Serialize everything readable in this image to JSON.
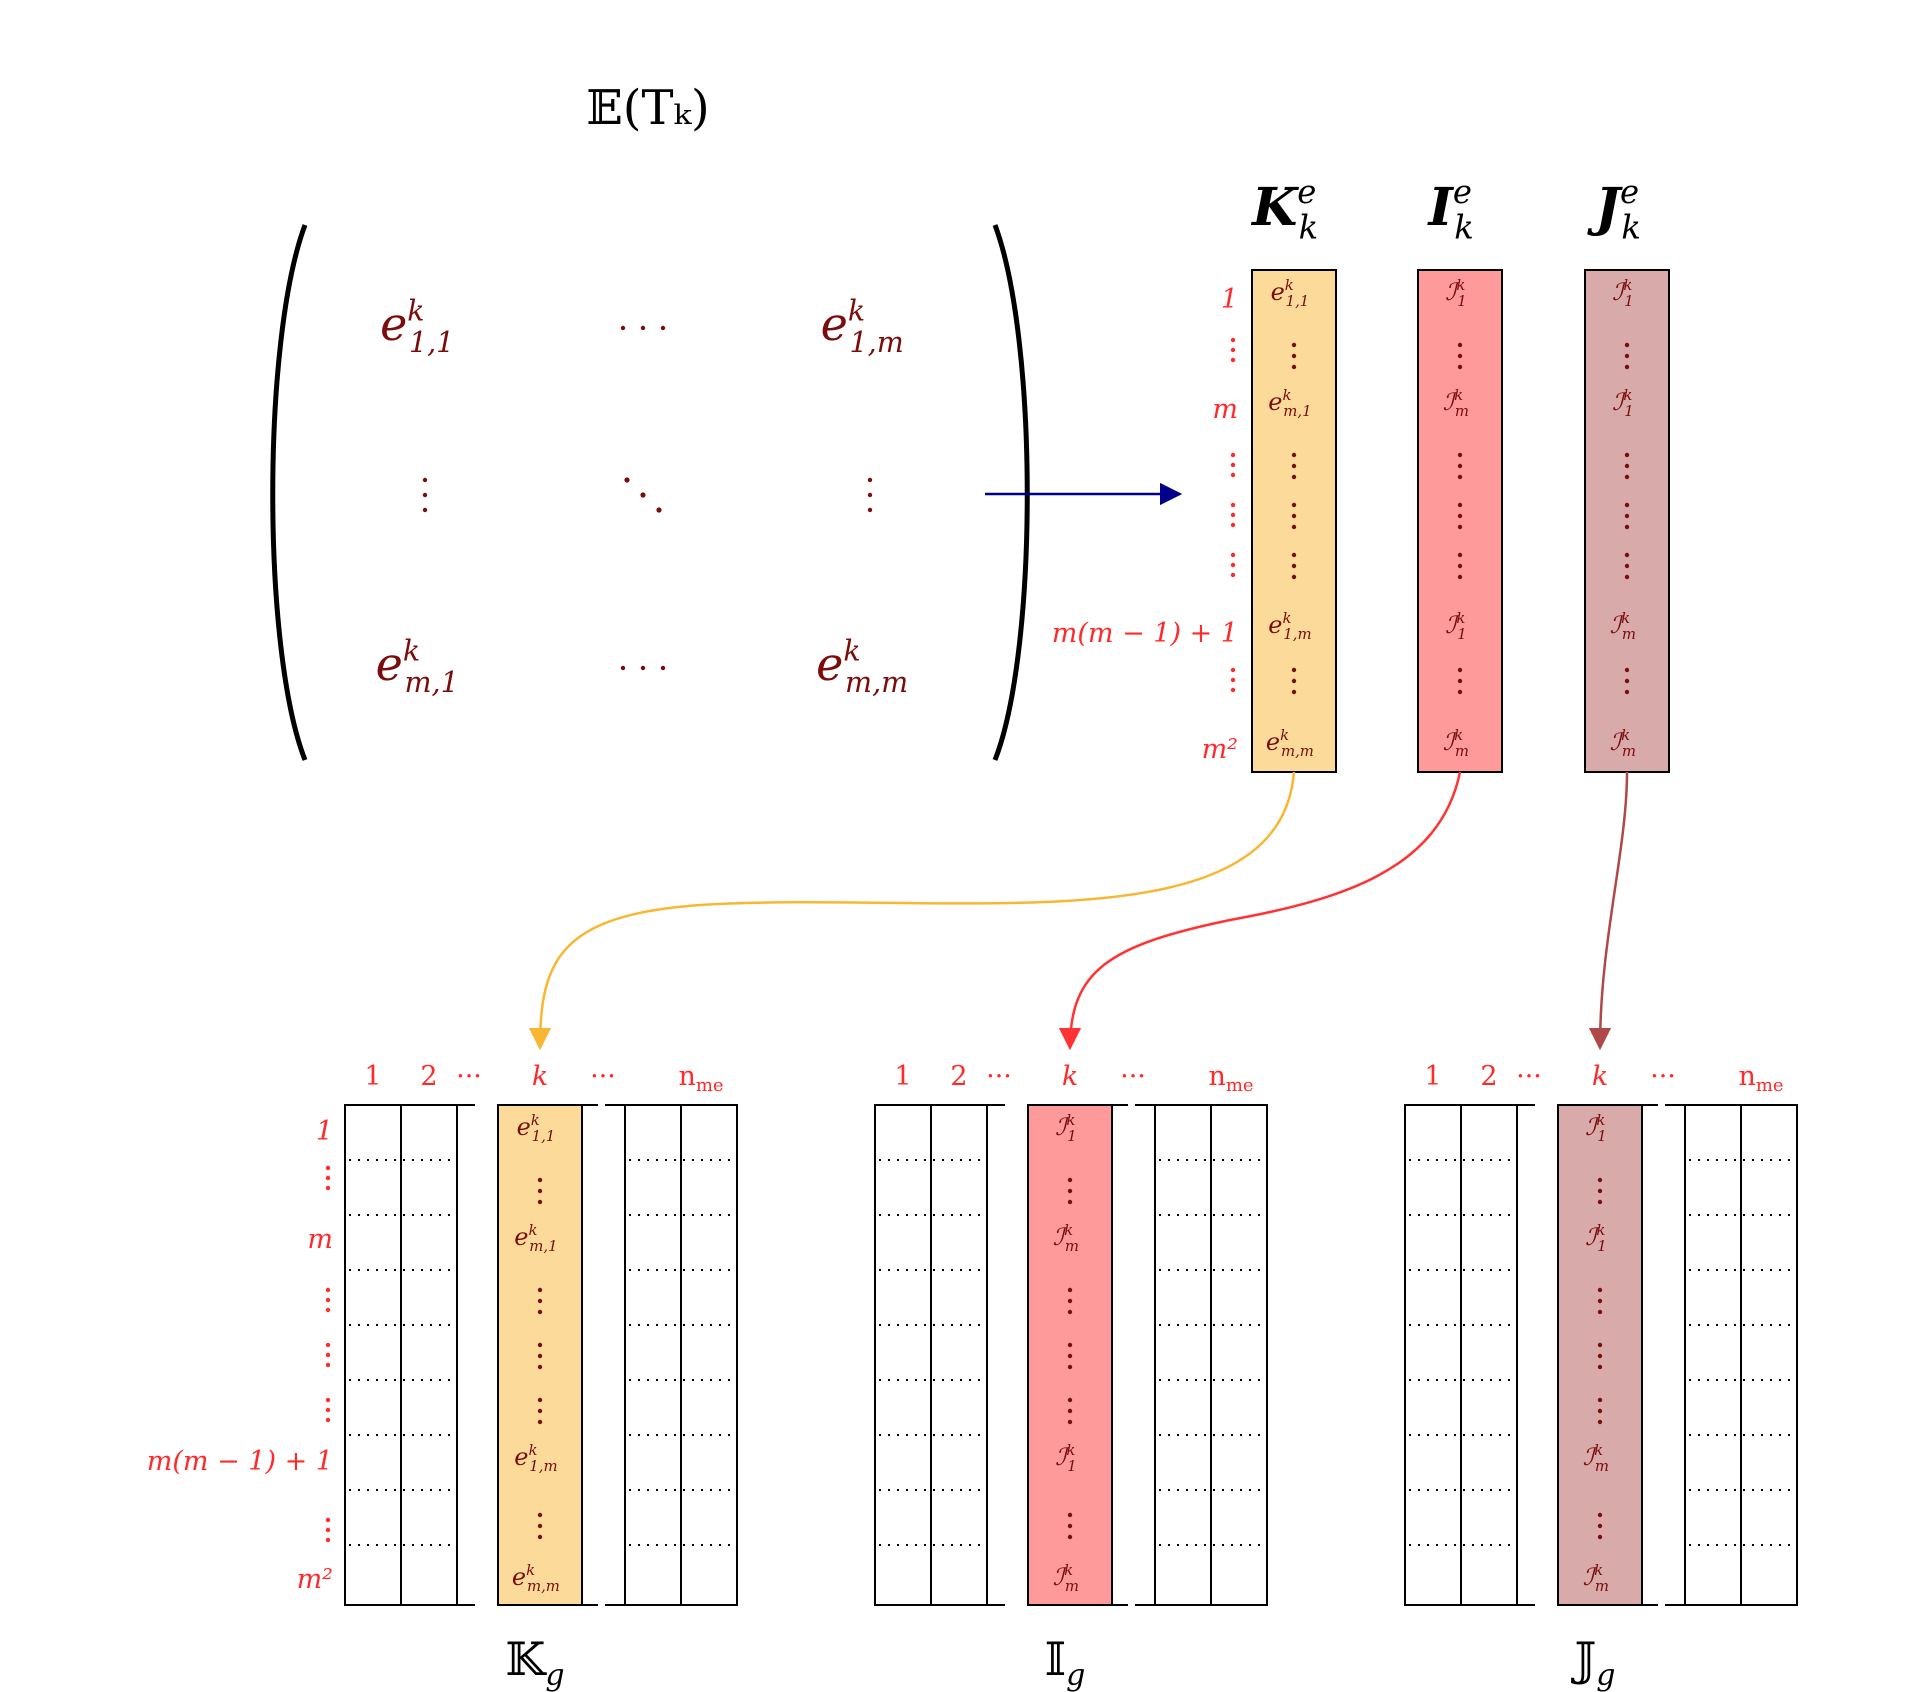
{
  "title": "𝔼(Tₖ)",
  "matrix": {
    "cells": [
      {
        "base": "e",
        "sup": "k",
        "sub": "1,1"
      },
      {
        "text": "···"
      },
      {
        "base": "e",
        "sup": "k",
        "sub": "1,m"
      },
      {
        "text": "⋮"
      },
      {
        "text": "⋱"
      },
      {
        "text": "⋮"
      },
      {
        "base": "e",
        "sup": "k",
        "sub": "m,1"
      },
      {
        "text": "···"
      },
      {
        "base": "e",
        "sup": "k",
        "sub": "m,m"
      }
    ]
  },
  "elem_row_labels": [
    "1",
    "m",
    "m(m − 1) + 1",
    "m²"
  ],
  "elem_columns": [
    {
      "header": {
        "base": "K",
        "sup": "e",
        "sub": "k"
      },
      "fill": "#fcdb9a",
      "arrow_color": "#f7b733",
      "entries": [
        {
          "base": "e",
          "sup": "k",
          "sub": "1,1"
        },
        {
          "base": "e",
          "sup": "k",
          "sub": "m,1"
        },
        {
          "base": "e",
          "sup": "k",
          "sub": "1,m"
        },
        {
          "base": "e",
          "sup": "k",
          "sub": "m,m"
        }
      ]
    },
    {
      "header": {
        "base": "I",
        "sup": "e",
        "sub": "k"
      },
      "fill": "#ff9a9a",
      "arrow_color": "#ff3333",
      "entries": [
        {
          "base": "ℐ",
          "sup": "k",
          "sub": "1"
        },
        {
          "base": "ℐ",
          "sup": "k",
          "sub": "m"
        },
        {
          "base": "ℐ",
          "sup": "k",
          "sub": "1"
        },
        {
          "base": "ℐ",
          "sup": "k",
          "sub": "m"
        }
      ]
    },
    {
      "header": {
        "base": "J",
        "sup": "e",
        "sub": "k"
      },
      "fill": "#d9aaaa",
      "arrow_color": "#b04848",
      "entries": [
        {
          "base": "ℐ",
          "sup": "k",
          "sub": "1"
        },
        {
          "base": "ℐ",
          "sup": "k",
          "sub": "1"
        },
        {
          "base": "ℐ",
          "sup": "k",
          "sub": "m"
        },
        {
          "base": "ℐ",
          "sup": "k",
          "sub": "m"
        }
      ]
    }
  ],
  "global_col_labels": [
    "1",
    "2",
    "···",
    "k",
    "···",
    "n"
  ],
  "global_col_label_sub": "me",
  "global_matrices": [
    {
      "label": "𝕂",
      "label_sub": "g"
    },
    {
      "label": "𝕀",
      "label_sub": "g"
    },
    {
      "label": "𝕁",
      "label_sub": "g"
    }
  ],
  "colors": {
    "red_label": "#ff2a2a",
    "entry": "#7a0c0c",
    "blue_arrow": "#00008b"
  }
}
